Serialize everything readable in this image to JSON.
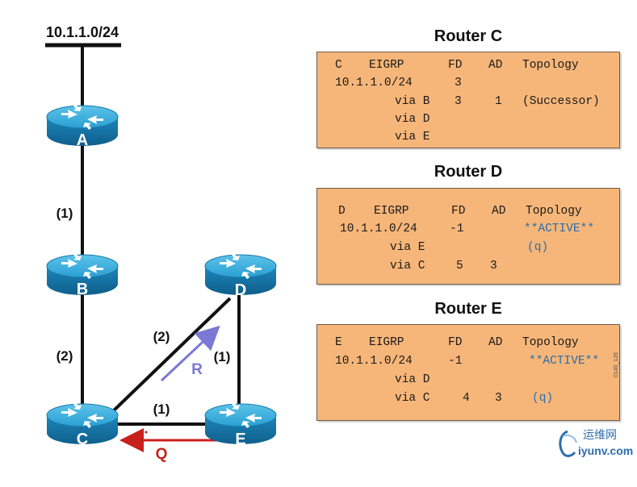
{
  "diagram": {
    "network_label": "10.1.1.0/24",
    "routers": [
      {
        "id": "A",
        "label": "A"
      },
      {
        "id": "B",
        "label": "B"
      },
      {
        "id": "C",
        "label": "C"
      },
      {
        "id": "D",
        "label": "D"
      },
      {
        "id": "E",
        "label": "E"
      }
    ],
    "link_costs": {
      "ab": "(1)",
      "bc": "(2)",
      "cd": "(2)",
      "de": "(1)",
      "ce": "(1)"
    },
    "arrows": {
      "r_label": "R",
      "q_label": "Q",
      "r_color": "#7b78d6",
      "q_color": "#c8201c"
    }
  },
  "panels": {
    "router_c": {
      "title": "Router C",
      "rows": [
        [
          "C",
          "EIGRP",
          "FD",
          "AD",
          "Topology"
        ],
        [
          "10.1.1.0/24",
          "",
          "3",
          "",
          ""
        ],
        [
          "",
          "via B",
          "3",
          "1",
          "(Successor)"
        ],
        [
          "",
          "via D",
          "",
          "",
          ""
        ],
        [
          "",
          "via E",
          "",
          "",
          ""
        ]
      ]
    },
    "router_d": {
      "title": "Router D",
      "rows": [
        [
          "D",
          "EIGRP",
          "FD",
          "AD",
          "Topology"
        ],
        [
          "10.1.1.0/24",
          "",
          "-1",
          "",
          "**ACTIVE**"
        ],
        [
          "",
          "via E",
          "",
          "",
          "(q)"
        ],
        [
          "",
          "via C",
          "5",
          "3",
          ""
        ]
      ]
    },
    "router_e": {
      "title": "Router E",
      "rows": [
        [
          "E",
          "EIGRP",
          "FD",
          "AD",
          "Topology"
        ],
        [
          "10.1.1.0/24",
          "",
          "-1",
          "",
          "**ACTIVE**"
        ],
        [
          "",
          "via D",
          "",
          "",
          ""
        ],
        [
          "",
          "via C",
          "4",
          "3",
          "(q)"
        ]
      ]
    }
  },
  "figure_id": "0140_126",
  "watermark": {
    "cn": "运维网",
    "en": "iyunv.com"
  },
  "colors": {
    "panel_bg": "#f7b679",
    "router_fill": "#1f8fc4",
    "router_top": "#3aaedc",
    "highlight_text": "#2a6fa8"
  }
}
